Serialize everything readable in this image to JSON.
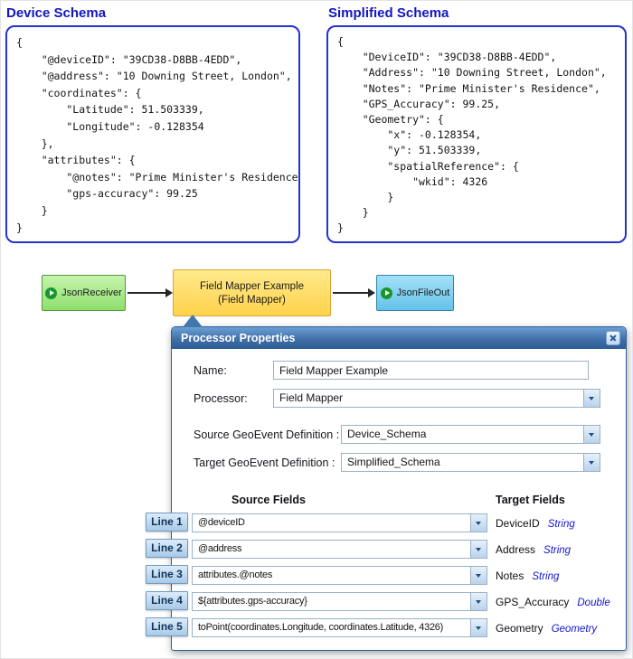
{
  "schemas": {
    "device": {
      "title": "Device Schema",
      "code": "{\n    \"@deviceID\": \"39CD38-D8BB-4EDD\",\n    \"@address\": \"10 Downing Street, London\",\n    \"coordinates\": {\n        \"Latitude\": 51.503339,\n        \"Longitude\": -0.128354\n    },\n    \"attributes\": {\n        \"@notes\": \"Prime Minister's Residence\",\n        \"gps-accuracy\": 99.25\n    }\n}"
    },
    "simplified": {
      "title": "Simplified Schema",
      "code": "{\n    \"DeviceID\": \"39CD38-D8BB-4EDD\",\n    \"Address\": \"10 Downing Street, London\",\n    \"Notes\": \"Prime Minister's Residence\",\n    \"GPS_Accuracy\": 99.25,\n    \"Geometry\": {\n        \"x\": -0.128354,\n        \"y\": 51.503339,\n        \"spatialReference\": {\n            \"wkid\": 4326\n        }\n    }\n}"
    }
  },
  "flow": {
    "receiver_label": "JsonReceiver",
    "processor_title": "Field Mapper Example",
    "processor_subtitle": "(Field Mapper)",
    "output_label": "JsonFileOut"
  },
  "dialog": {
    "title": "Processor Properties",
    "fields": {
      "name_label": "Name:",
      "name_value": "Field Mapper Example",
      "processor_label": "Processor:",
      "processor_value": "Field Mapper",
      "source_def_label": "Source GeoEvent Definition :",
      "source_def_value": "Device_Schema",
      "target_def_label": "Target GeoEvent Definition :",
      "target_def_value": "Simplified_Schema"
    },
    "columns": {
      "source_header": "Source Fields",
      "target_header": "Target Fields"
    },
    "mappings": [
      {
        "line_label": "Line 1",
        "source": "@deviceID",
        "target": "DeviceID",
        "type": "String"
      },
      {
        "line_label": "Line 2",
        "source": "@address",
        "target": "Address",
        "type": "String"
      },
      {
        "line_label": "Line 3",
        "source": "attributes.@notes",
        "target": "Notes",
        "type": "String"
      },
      {
        "line_label": "Line 4",
        "source": "${attributes.gps-accuracy}",
        "target": "GPS_Accuracy",
        "type": "Double"
      },
      {
        "line_label": "Line 5",
        "source": "toPoint(coordinates.Longitude, coordinates.Latitude, 4326)",
        "target": "Geometry",
        "type": "Geometry"
      }
    ]
  },
  "icons": {
    "play": "▶",
    "dropdown_arrow": "▼",
    "close": "✕"
  },
  "colors": {
    "schema_border": "#2433cc",
    "schema_title": "#1216c0",
    "receiver_green": "#9fe87d",
    "processor_yellow": "#ffd95e",
    "output_blue": "#7fd0f0",
    "titlebar_blue": "#3a6ba8",
    "type_text_blue": "#1414d2",
    "line_label_blue": "#a9c9e7"
  }
}
